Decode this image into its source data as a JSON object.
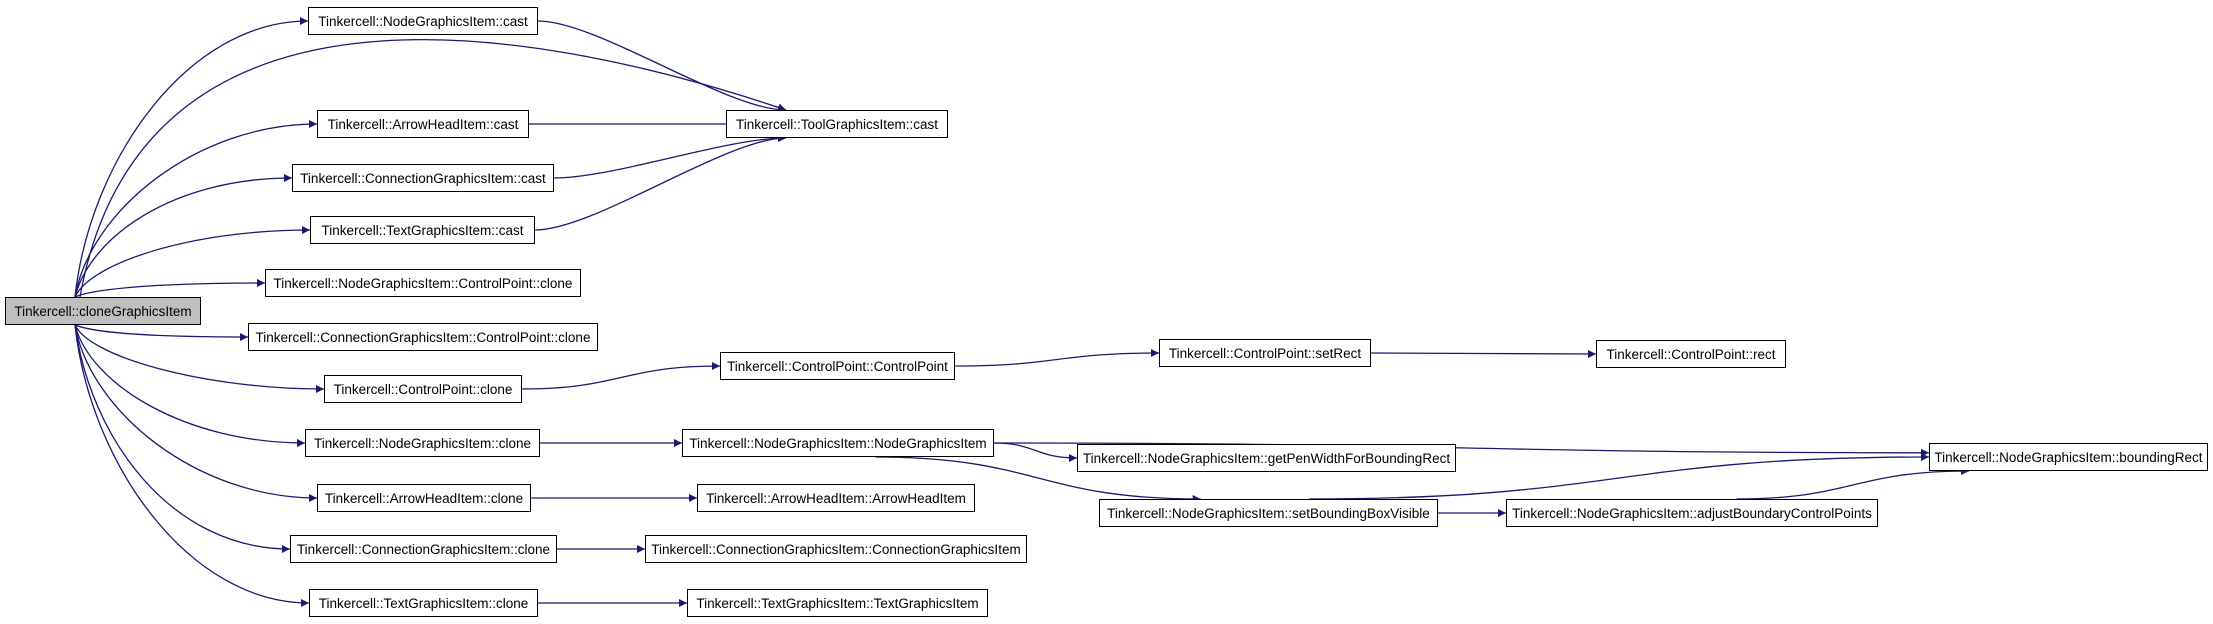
{
  "diagram": {
    "edge_color": "#191970",
    "nodes": {
      "root": {
        "label": "Tinkercell::cloneGraphicsItem",
        "highlighted": true
      },
      "ngi_cast": {
        "label": "Tinkercell::NodeGraphicsItem::cast"
      },
      "tgi_cast": {
        "label": "Tinkercell::ToolGraphicsItem::cast"
      },
      "ahi_cast": {
        "label": "Tinkercell::ArrowHeadItem::cast"
      },
      "cgi_cast": {
        "label": "Tinkercell::ConnectionGraphicsItem::cast"
      },
      "txt_cast": {
        "label": "Tinkercell::TextGraphicsItem::cast"
      },
      "ngi_cp_clone": {
        "label": "Tinkercell::NodeGraphicsItem::ControlPoint::clone"
      },
      "cgi_cp_clone": {
        "label": "Tinkercell::ConnectionGraphicsItem::ControlPoint::clone"
      },
      "cp_clone": {
        "label": "Tinkercell::ControlPoint::clone"
      },
      "cp_ctor": {
        "label": "Tinkercell::ControlPoint::ControlPoint"
      },
      "cp_setrect": {
        "label": "Tinkercell::ControlPoint::setRect"
      },
      "cp_rect": {
        "label": "Tinkercell::ControlPoint::rect"
      },
      "ngi_clone": {
        "label": "Tinkercell::NodeGraphicsItem::clone"
      },
      "ngi_ctor": {
        "label": "Tinkercell::NodeGraphicsItem::NodeGraphicsItem"
      },
      "ngi_bounding": {
        "label": "Tinkercell::NodeGraphicsItem::boundingRect"
      },
      "ngi_penwidth": {
        "label": "Tinkercell::NodeGraphicsItem::getPenWidthForBoundingRect"
      },
      "ngi_setbbox": {
        "label": "Tinkercell::NodeGraphicsItem::setBoundingBoxVisible"
      },
      "ngi_adjust": {
        "label": "Tinkercell::NodeGraphicsItem::adjustBoundaryControlPoints"
      },
      "ahi_clone": {
        "label": "Tinkercell::ArrowHeadItem::clone"
      },
      "ahi_ctor": {
        "label": "Tinkercell::ArrowHeadItem::ArrowHeadItem"
      },
      "cgi_clone": {
        "label": "Tinkercell::ConnectionGraphicsItem::clone"
      },
      "cgi_ctor": {
        "label": "Tinkercell::ConnectionGraphicsItem::ConnectionGraphicsItem"
      },
      "txt_clone": {
        "label": "Tinkercell::TextGraphicsItem::clone"
      },
      "txt_ctor": {
        "label": "Tinkercell::TextGraphicsItem::TextGraphicsItem"
      }
    },
    "edges": [
      [
        "root",
        "ngi_cast"
      ],
      [
        "root",
        "tgi_cast"
      ],
      [
        "root",
        "ahi_cast"
      ],
      [
        "root",
        "cgi_cast"
      ],
      [
        "root",
        "txt_cast"
      ],
      [
        "root",
        "ngi_cp_clone"
      ],
      [
        "root",
        "cgi_cp_clone"
      ],
      [
        "root",
        "cp_clone"
      ],
      [
        "root",
        "ngi_clone"
      ],
      [
        "root",
        "ahi_clone"
      ],
      [
        "root",
        "cgi_clone"
      ],
      [
        "root",
        "txt_clone"
      ],
      [
        "ngi_cast",
        "tgi_cast"
      ],
      [
        "ahi_cast",
        "tgi_cast"
      ],
      [
        "cgi_cast",
        "tgi_cast"
      ],
      [
        "txt_cast",
        "tgi_cast"
      ],
      [
        "cp_clone",
        "cp_ctor"
      ],
      [
        "cp_ctor",
        "cp_setrect"
      ],
      [
        "cp_setrect",
        "cp_rect"
      ],
      [
        "ngi_clone",
        "ngi_ctor"
      ],
      [
        "ngi_ctor",
        "ngi_bounding"
      ],
      [
        "ngi_ctor",
        "ngi_penwidth"
      ],
      [
        "ngi_ctor",
        "ngi_setbbox"
      ],
      [
        "ngi_setbbox",
        "ngi_bounding"
      ],
      [
        "ngi_setbbox",
        "ngi_adjust"
      ],
      [
        "ngi_adjust",
        "ngi_bounding"
      ],
      [
        "ahi_clone",
        "ahi_ctor"
      ],
      [
        "cgi_clone",
        "cgi_ctor"
      ],
      [
        "txt_clone",
        "txt_ctor"
      ]
    ]
  }
}
